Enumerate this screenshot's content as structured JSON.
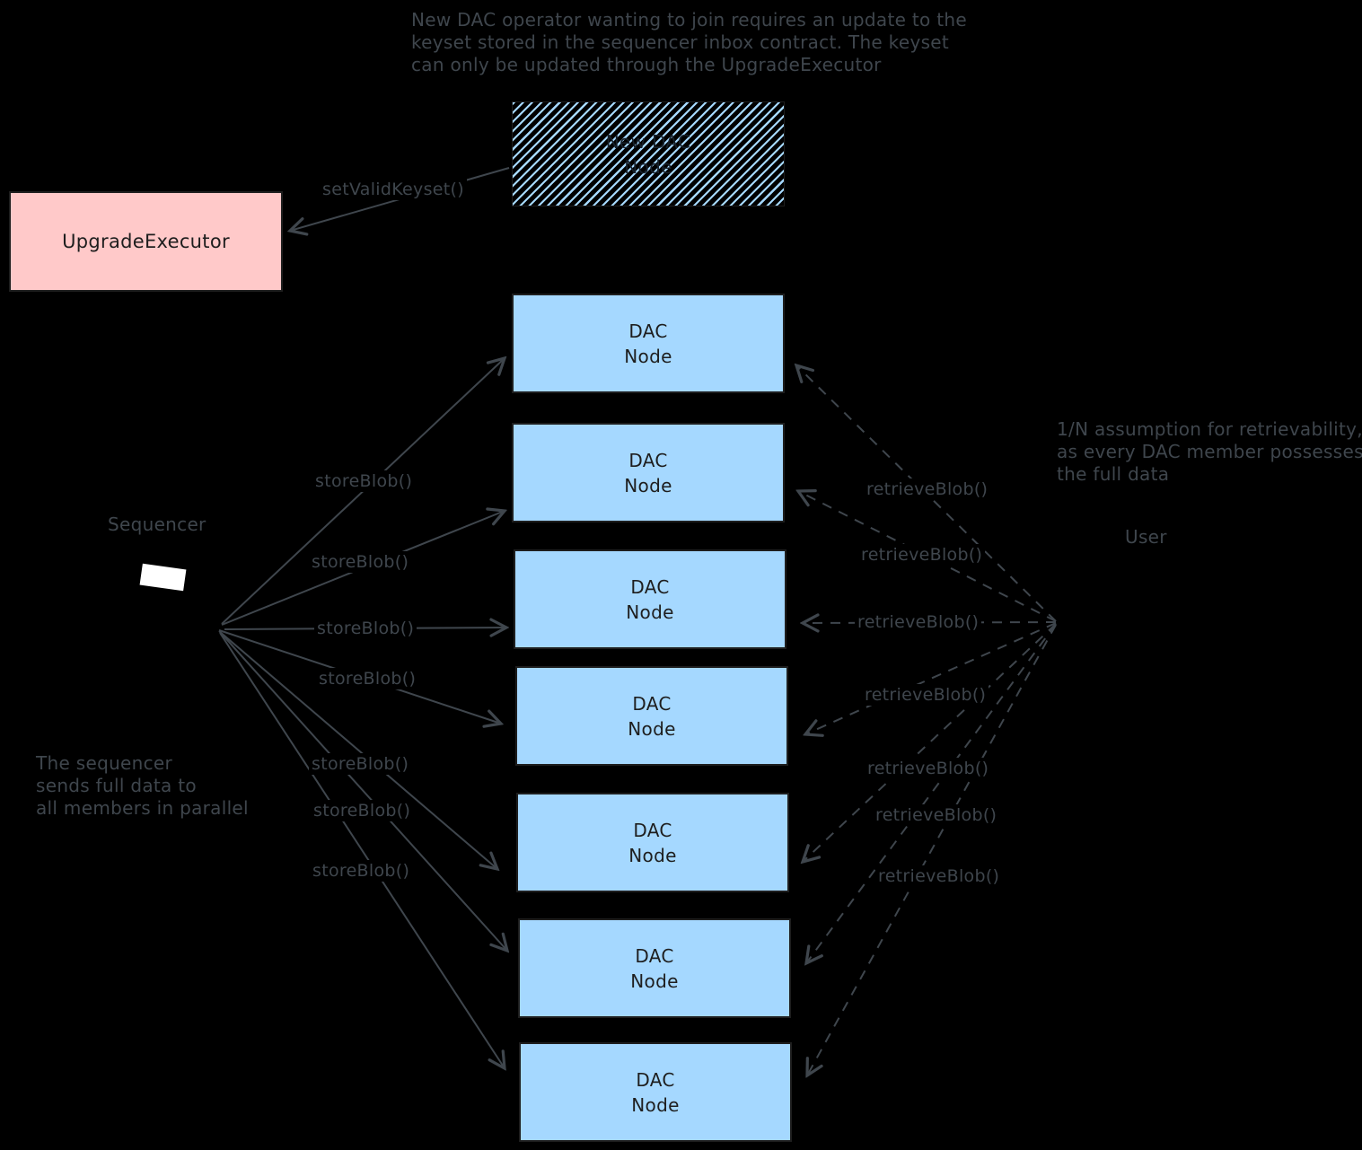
{
  "diagram": {
    "top_note": [
      "New DAC operator wanting to join requires an update to the",
      "keyset stored in the sequencer inbox contract. The keyset",
      "can only be updated through the UpgradeExecutor"
    ],
    "left_note": [
      "The sequencer",
      "sends full data to",
      "all members in parallel"
    ],
    "right_note": [
      "1/N assumption for retrievability,",
      "as every DAC member possesses",
      "the full data"
    ],
    "sequencer_label": "Sequencer",
    "user_label": "User",
    "upgrade_executor_label": "UpgradeExecutor",
    "new_dac_node": {
      "line1": "New DAC",
      "line2": "Node"
    },
    "dac_node": {
      "line1": "DAC",
      "line2": "Node"
    },
    "dac_node_count": 7,
    "arrow_labels": {
      "set_valid_keyset": "setValidKeyset()",
      "store_blob": "storeBlob()",
      "retrieve_blob": "retrieveBlob()"
    },
    "colors": {
      "background": "#000000",
      "dac_node_fill": "#a5d8ff",
      "upgrade_executor_fill": "#ffc9c9",
      "box_text": "#1e1e1e",
      "handwriting_gray": "#3f464d"
    }
  }
}
